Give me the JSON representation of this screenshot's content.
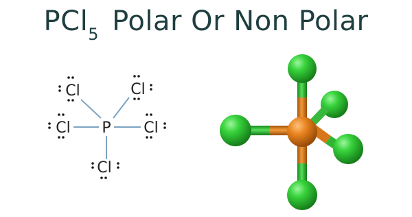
{
  "title": {
    "prefix": "PCl",
    "subscript": "5",
    "suffix": "Polar Or Non Polar"
  },
  "lewis": {
    "central_atom": "P",
    "ligand_atom": "Cl",
    "bond_color": "#7da3c0"
  },
  "model": {
    "central_color": "#e0781a",
    "ligand_color": "#33c23a"
  }
}
